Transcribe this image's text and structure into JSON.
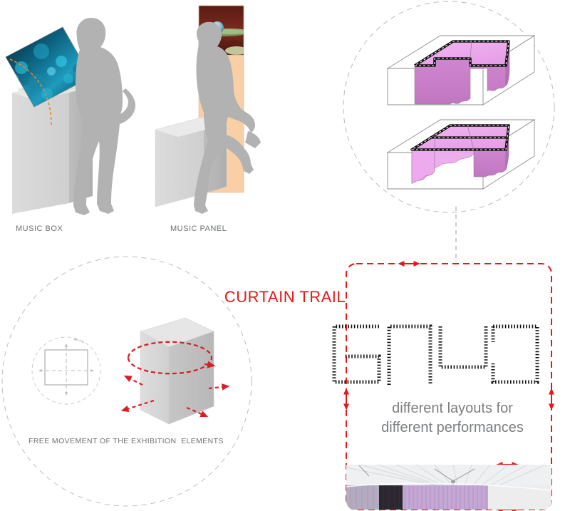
{
  "board": {
    "background": "#ffffff",
    "accent_red": "#e8161b",
    "accent_gray": "#9b9d9f",
    "text_gray": "#6e7072",
    "curtain_pink_light": "#efa9ef",
    "curtain_pink_mid": "#e49ae4",
    "curtain_pink_dark": "#c075c0"
  },
  "music_box": {
    "label": "MUSIC BOX",
    "artwork_name": "blue-bokeh-artwork",
    "pedestal_name": "music-box-pedestal",
    "figure_name": "standing-man-silhouette",
    "artwork_colors": [
      "#0b2a3a",
      "#0e6c8c",
      "#26b8d8",
      "#d98b36"
    ]
  },
  "music_panel": {
    "label": "MUSIC PANEL",
    "artwork_name": "planet-landscape-artwork",
    "panel_color": "#f9d0a8",
    "cube_name": "music-panel-seat-cube",
    "figure_name": "seated-woman-silhouette",
    "artwork_colors": [
      "#4a1512",
      "#7c2b1c",
      "#9fd0c0",
      "#cfe3b6"
    ]
  },
  "free_movement": {
    "label": "FREE MOVEMENT OF THE EXHIBITION  ELEMENTS",
    "plan_diagram_name": "plan-view-translation-diagram",
    "cube_diagram_name": "isometric-cube-rotation-diagram",
    "arrow_color": "#d81f26",
    "outer_circle_name": "free-movement-outer-circle",
    "inner_circle_name": "plan-rotation-circle"
  },
  "curtain_boxes": {
    "circle_name": "curtain-configurations-circle",
    "boxes": [
      {
        "name": "curtain-configuration-spiral",
        "description": "Volume with curtain forming an inward spiral / L shaped enclosure"
      },
      {
        "name": "curtain-configuration-parallel",
        "description": "Volume with two parallel curtain runs creating a corridor"
      }
    ]
  },
  "curtain_trail": {
    "title": "CURTAIN TRAIL",
    "subtitle_line1": "different layouts for",
    "subtitle_line2": "different performances",
    "border_color": "#e8161b",
    "connector_name": "dashed-connector-line",
    "layouts": [
      {
        "name": "layout-spiral",
        "glyph": "spiral-square"
      },
      {
        "name": "layout-inverted-u",
        "glyph": "inverted-u"
      },
      {
        "name": "layout-u",
        "glyph": "u-shape"
      },
      {
        "name": "layout-open-rect",
        "glyph": "open-rectangle"
      }
    ],
    "arrows": [
      {
        "name": "arrow-top",
        "direction": "horizontal"
      },
      {
        "name": "arrow-left",
        "direction": "vertical"
      },
      {
        "name": "arrow-right",
        "direction": "vertical"
      },
      {
        "name": "arrow-bottom-upper",
        "direction": "horizontal"
      },
      {
        "name": "arrow-bottom-lower",
        "direction": "horizontal"
      }
    ],
    "photo": {
      "name": "curtained-hall-photograph",
      "description": "Interior hall with white ribbed ceiling and lavender, dark and light curtain panels"
    }
  }
}
